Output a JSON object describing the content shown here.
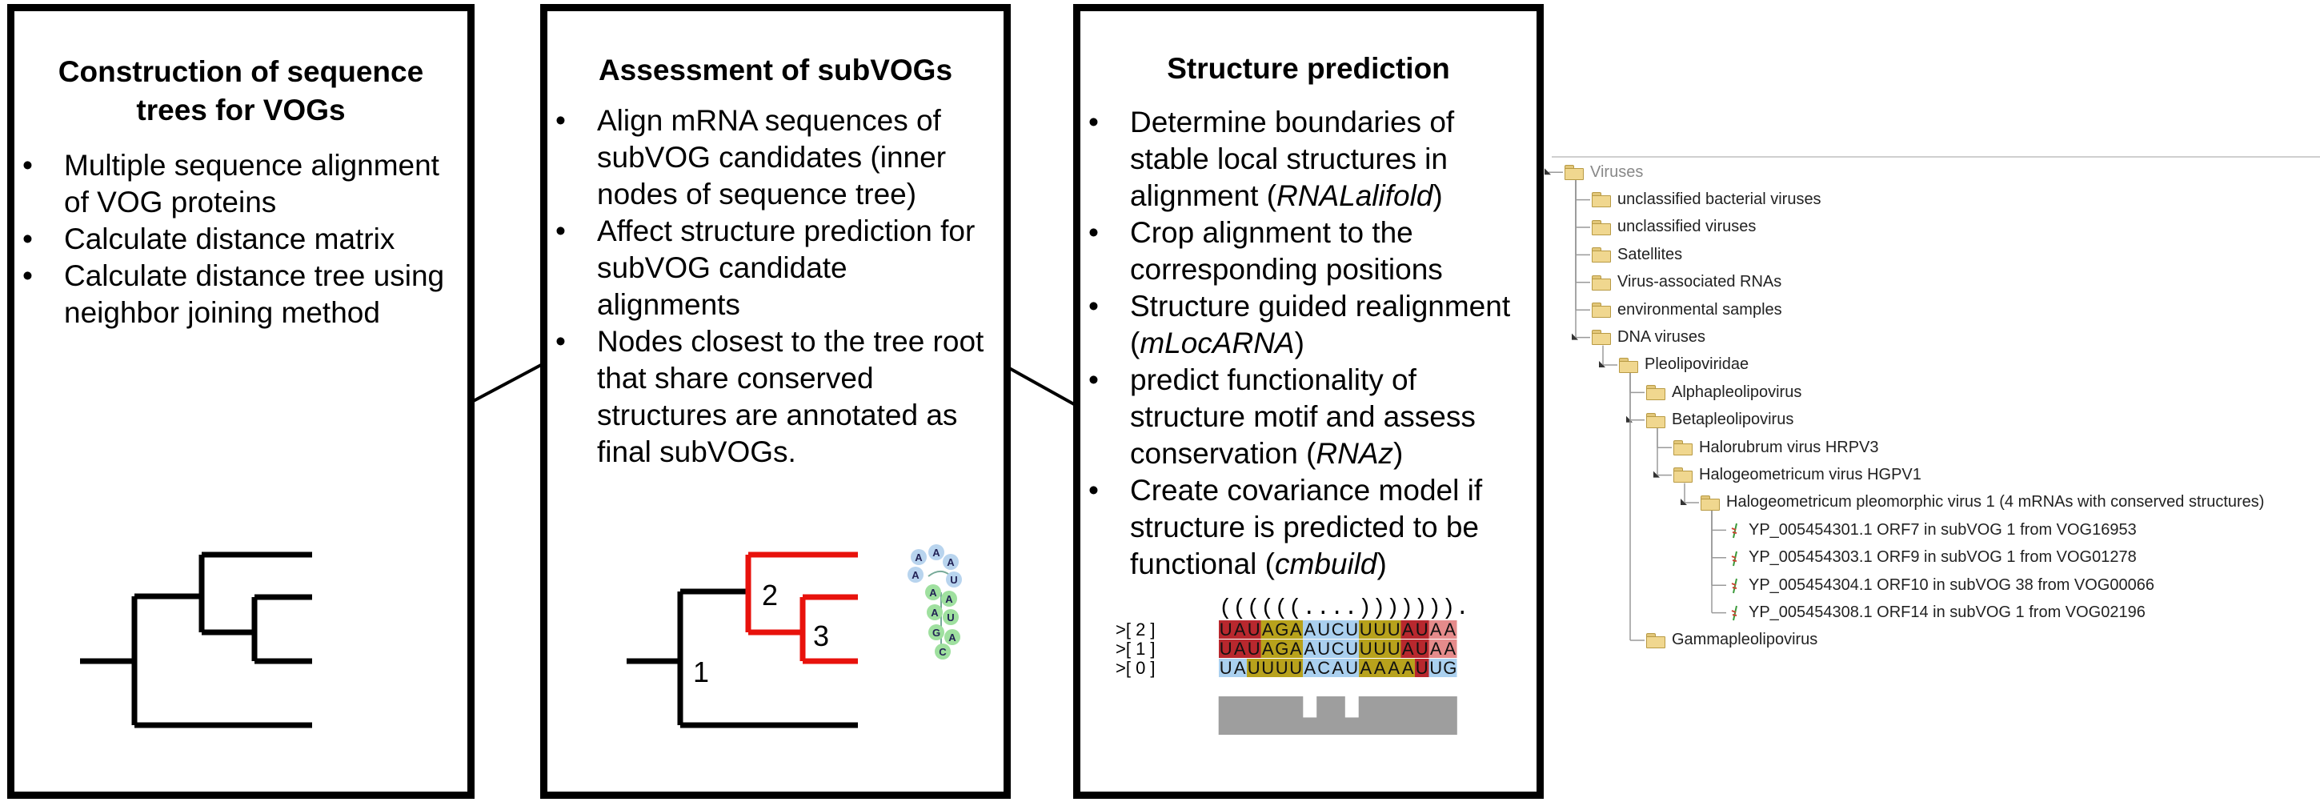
{
  "panels": [
    {
      "title": [
        "Construction of sequence",
        "trees for VOGs"
      ],
      "bullets": [
        [
          "Multiple sequence alignment",
          "of VOG proteins"
        ],
        [
          "Calculate distance matrix"
        ],
        [
          "Calculate distance tree using",
          "neighbor joining method"
        ]
      ]
    },
    {
      "title": [
        "Assessment of subVOGs"
      ],
      "bullets": [
        [
          "Align mRNA sequences of",
          "subVOG candidates (inner",
          "nodes of sequence tree)"
        ],
        [
          "Affect structure prediction for",
          "subVOG candidate",
          "alignments"
        ],
        [
          "Nodes closest to the tree root",
          "that share conserved",
          "structures are annotated as",
          "final subVOGs."
        ]
      ],
      "node_labels": [
        "1",
        "2",
        "3"
      ]
    },
    {
      "title": [
        "Structure prediction"
      ],
      "bullets": [
        [
          "Determine boundaries of",
          "stable local structures in",
          "alignment (|RNALalifold|)"
        ],
        [
          "Crop alignment to the",
          "corresponding positions"
        ],
        [
          "Structure guided realignment",
          "(|mLocARNA|)"
        ],
        [
          "predict functionality of",
          "structure motif and assess",
          "conservation (|RNAz|)"
        ],
        [
          "Create covariance model if",
          "structure is predicted to be",
          "functional (|cmbuild|)"
        ]
      ]
    }
  ],
  "bullet_symbol": "•",
  "rna_letters": [
    "A",
    "A",
    "A",
    "A",
    "U",
    "A",
    "A",
    "A",
    "U",
    "G",
    "A",
    "C"
  ],
  "alignment": {
    "structure": "((((((....))))))).",
    "labels": [
      ">[ 2 ]",
      ">[ 1 ]",
      ">[ 0 ]"
    ],
    "rows": [
      "UAUAGAAUCUUUUAUAA",
      "UAUAGAAUCUUUUAUAA",
      "UAUUUUACAUAAAAUUG"
    ],
    "conservation": [
      1,
      1,
      1,
      1,
      1,
      1,
      0.45,
      1,
      1,
      0.45,
      1,
      1,
      1,
      1,
      1,
      1,
      1
    ],
    "colors": {
      "dark_red": "#b8282e",
      "light_red": "#e58b8b",
      "olive": "#b8a21c",
      "light_blue": "#aad0ef",
      "bar_grey": "#9e9e9e",
      "tree_red": "#e8120c",
      "rna_blue": "#b8d4ee",
      "rna_green": "#9fe09f"
    }
  },
  "taxonomy": [
    {
      "label": "Viruses",
      "level": 0,
      "kind": "folder",
      "expanded": true
    },
    {
      "label": "unclassified bacterial viruses",
      "level": 1,
      "kind": "folder"
    },
    {
      "label": "unclassified viruses",
      "level": 1,
      "kind": "folder"
    },
    {
      "label": "Satellites",
      "level": 1,
      "kind": "folder"
    },
    {
      "label": "Virus-associated RNAs",
      "level": 1,
      "kind": "folder"
    },
    {
      "label": "environmental samples",
      "level": 1,
      "kind": "folder"
    },
    {
      "label": "DNA viruses",
      "level": 1,
      "kind": "folder",
      "expanded": true
    },
    {
      "label": "Pleolipoviridae",
      "level": 2,
      "kind": "folder",
      "expanded": true
    },
    {
      "label": "Alphapleolipovirus",
      "level": 3,
      "kind": "folder"
    },
    {
      "label": "Betapleolipovirus",
      "level": 3,
      "kind": "folder",
      "expanded": true
    },
    {
      "label": "Halorubrum virus HRPV3",
      "level": 4,
      "kind": "folder"
    },
    {
      "label": "Halogeometricum virus HGPV1",
      "level": 4,
      "kind": "folder",
      "expanded": true
    },
    {
      "label": "Halogeometricum pleomorphic virus 1 (4 mRNAs with conserved structures)",
      "level": 5,
      "kind": "folder",
      "expanded": true
    },
    {
      "label": "YP_005454301.1 ORF7 in subVOG 1 from VOG16953",
      "level": 6,
      "kind": "leaf"
    },
    {
      "label": "YP_005454303.1 ORF9 in subVOG 1 from VOG01278",
      "level": 6,
      "kind": "leaf"
    },
    {
      "label": "YP_005454304.1 ORF10 in subVOG 38 from VOG00066",
      "level": 6,
      "kind": "leaf"
    },
    {
      "label": "YP_005454308.1 ORF14 in subVOG 1 from VOG02196",
      "level": 6,
      "kind": "leaf"
    },
    {
      "label": "Gammapleolipovirus",
      "level": 3,
      "kind": "folder"
    }
  ]
}
